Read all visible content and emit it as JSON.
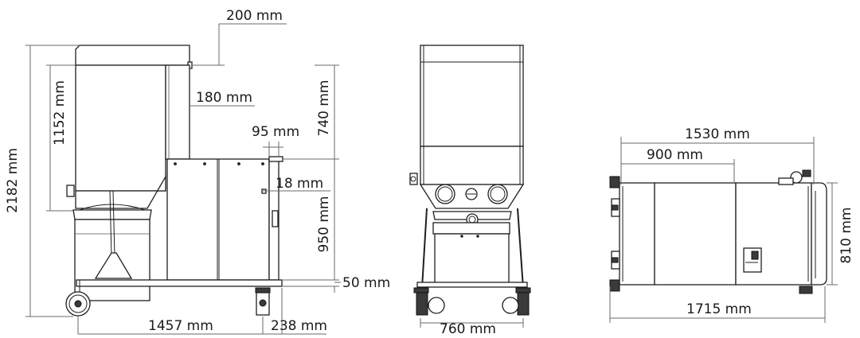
{
  "colors": {
    "line": "#1f1f1f",
    "dimension_line": "#6a6a6a",
    "text": "#1a1a1a"
  },
  "side_view": {
    "dim_total_height": "2182 mm",
    "dim_hopper_height": "1152 mm",
    "dim_top_offset": "200 mm",
    "dim_column_width": "180 mm",
    "dim_upper_height": "740 mm",
    "dim_panel_offset": "95 mm",
    "dim_handle_offset": "18 mm",
    "dim_cabinet_height": "950 mm",
    "dim_ground_clearance": "50 mm",
    "dim_length": "1457 mm",
    "dim_overhang": "238 mm"
  },
  "front_view": {
    "dim_width": "760 mm"
  },
  "top_view": {
    "dim_total_width": "1530 mm",
    "dim_section_width": "900 mm",
    "dim_depth": "810 mm",
    "dim_overall_length": "1715 mm"
  }
}
